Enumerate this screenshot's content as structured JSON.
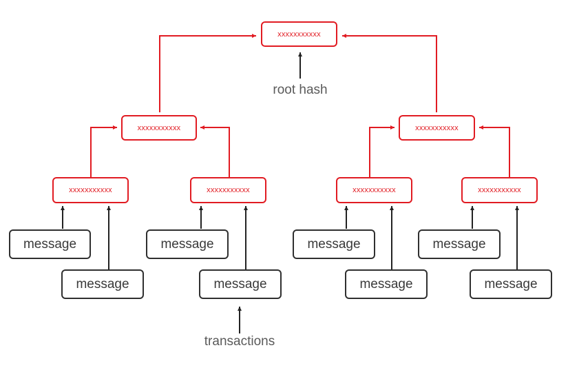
{
  "colors": {
    "hash": "#e11b22",
    "message": "#2f2f2f",
    "arrow": "#222222",
    "label": "#5a5a5a"
  },
  "root": {
    "label": "xxxxxxxxxxx",
    "caption": "root hash"
  },
  "level1": [
    {
      "label": "xxxxxxxxxxx"
    },
    {
      "label": "xxxxxxxxxxx"
    }
  ],
  "level2": [
    {
      "label": "xxxxxxxxxxx"
    },
    {
      "label": "xxxxxxxxxxx"
    },
    {
      "label": "xxxxxxxxxxx"
    },
    {
      "label": "xxxxxxxxxxx"
    }
  ],
  "messages": [
    {
      "label": "message"
    },
    {
      "label": "message"
    },
    {
      "label": "message"
    },
    {
      "label": "message"
    },
    {
      "label": "message"
    },
    {
      "label": "message"
    },
    {
      "label": "message"
    },
    {
      "label": "message"
    }
  ],
  "caption_transactions": "transactions"
}
